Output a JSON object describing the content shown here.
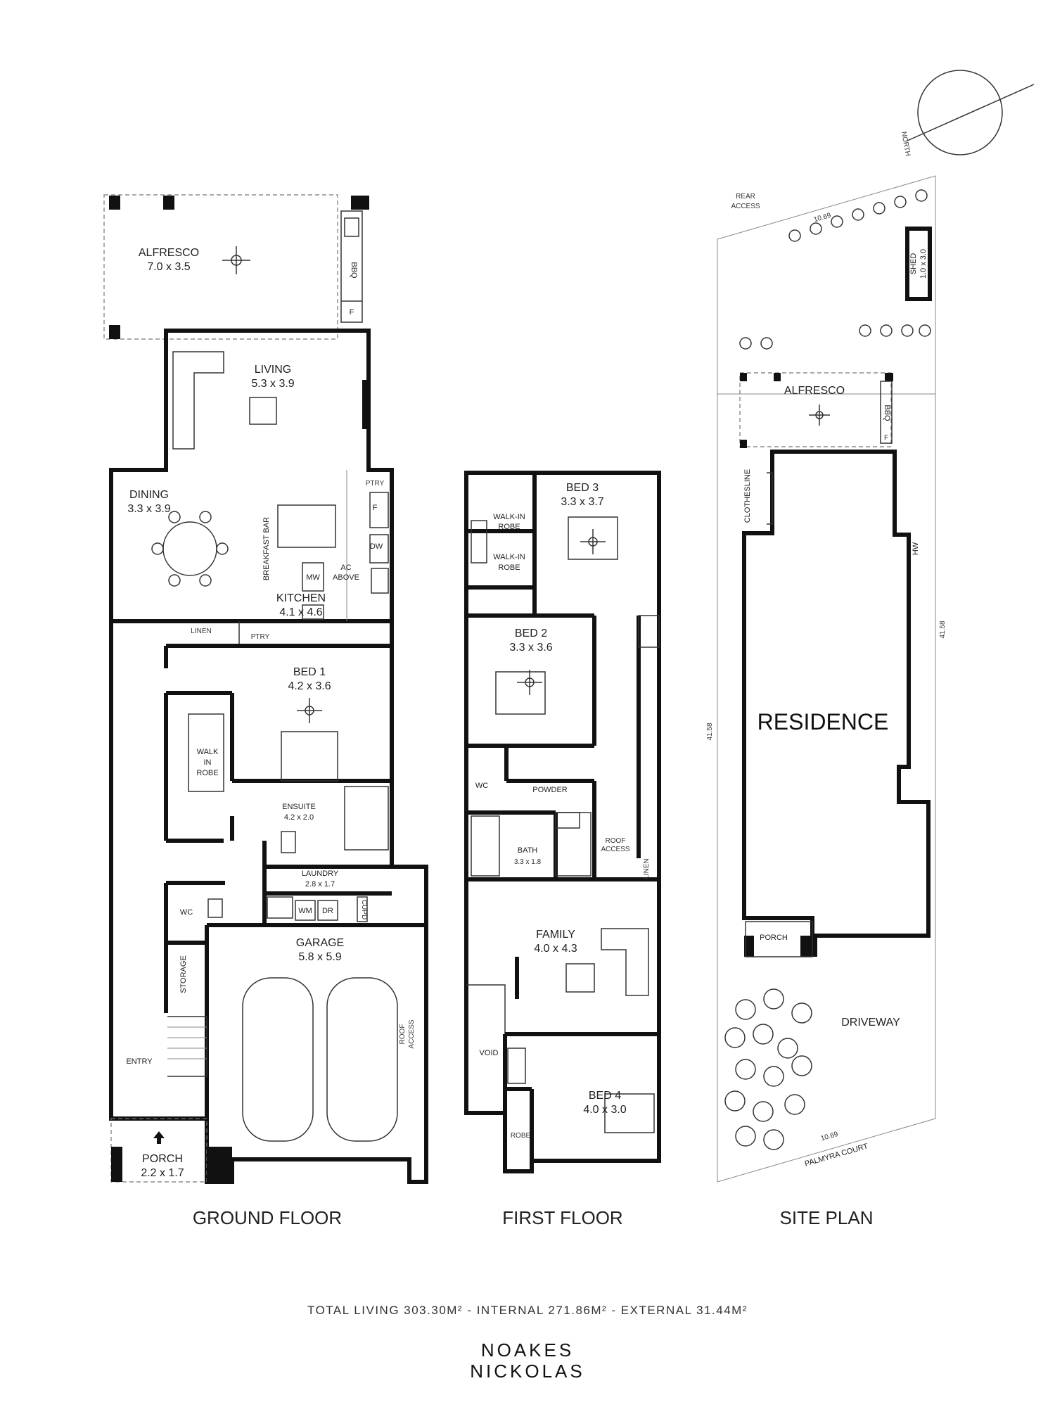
{
  "ground_floor": {
    "title": "GROUND FLOOR",
    "alfresco": {
      "name": "ALFRESCO",
      "size": "7.0 x 3.5"
    },
    "bbq": "BBQ",
    "fridge": "F",
    "living": {
      "name": "LIVING",
      "size": "5.3 x 3.9"
    },
    "dining": {
      "name": "DINING",
      "size": "3.3 x 3.9"
    },
    "breakfast_bar": "BREAKFAST BAR",
    "kitchen": {
      "name": "KITCHEN",
      "size": "4.1 x 4.6"
    },
    "ptry_top": "PTRY",
    "fridge_k": "F",
    "dw": "DW",
    "mw": "MW",
    "ac": "AC",
    "above": "ABOVE",
    "ptry_bottom": "PTRY",
    "linen": "LINEN",
    "bed1": {
      "name": "BED 1",
      "size": "4.2 x 3.6"
    },
    "walk_in_robe": [
      "WALK",
      "IN",
      "ROBE"
    ],
    "ensuite": {
      "name": "ENSUITE",
      "size": "4.2 x 2.0"
    },
    "laundry": {
      "name": "LAUNDRY",
      "size": "2.8 x 1.7"
    },
    "wm": "WM",
    "dr": "DR",
    "cupd": "CUPD",
    "wc": "WC",
    "storage": "STORAGE",
    "garage": {
      "name": "GARAGE",
      "size": "5.8 x 5.9"
    },
    "roof_access": [
      "ROOF",
      "ACCESS"
    ],
    "entry": "ENTRY",
    "porch": {
      "name": "PORCH",
      "size": "2.2 x 1.7"
    }
  },
  "first_floor": {
    "title": "FIRST FLOOR",
    "bed3": {
      "name": "BED 3",
      "size": "3.3 x 3.7"
    },
    "walk_in_robe_1": [
      "WALK-IN",
      "ROBE"
    ],
    "walk_in_robe_2": [
      "WALK-IN",
      "ROBE"
    ],
    "bed2": {
      "name": "BED 2",
      "size": "3.3 x 3.6"
    },
    "wc": "WC",
    "powder": "POWDER",
    "bath": {
      "name": "BATH",
      "size": "3.3 x 1.8"
    },
    "roof_access": [
      "ROOF",
      "ACCESS"
    ],
    "linen": "LINEN",
    "family": {
      "name": "FAMILY",
      "size": "4.0 x 4.3"
    },
    "void": "VOID",
    "robe": "ROBE",
    "bed4": {
      "name": "BED 4",
      "size": "4.0 x 3.0"
    }
  },
  "site_plan": {
    "title": "SITE PLAN",
    "north": "NORTH",
    "rear_access": [
      "REAR",
      "ACCESS"
    ],
    "dim_rear": "10.69",
    "shed": {
      "name": "SHED",
      "size": "1.0 x 3.0"
    },
    "alfresco": "ALFRESCO",
    "bbq": "BBQ",
    "fridge": "F",
    "clothesline": "CLOTHESLINE",
    "hw": "HW",
    "residence": "RESIDENCE",
    "dim_left": "41.58",
    "dim_right": "41.58",
    "porch": "PORCH",
    "driveway": "DRIVEWAY",
    "dim_front": "10.69",
    "street": "PALMYRA COURT"
  },
  "footer": {
    "areas": "TOTAL LIVING 303.30M² - INTERNAL 271.86M² - EXTERNAL 31.44M²",
    "brand_line1": "NOAKES",
    "brand_line2": "NICKOLAS"
  }
}
